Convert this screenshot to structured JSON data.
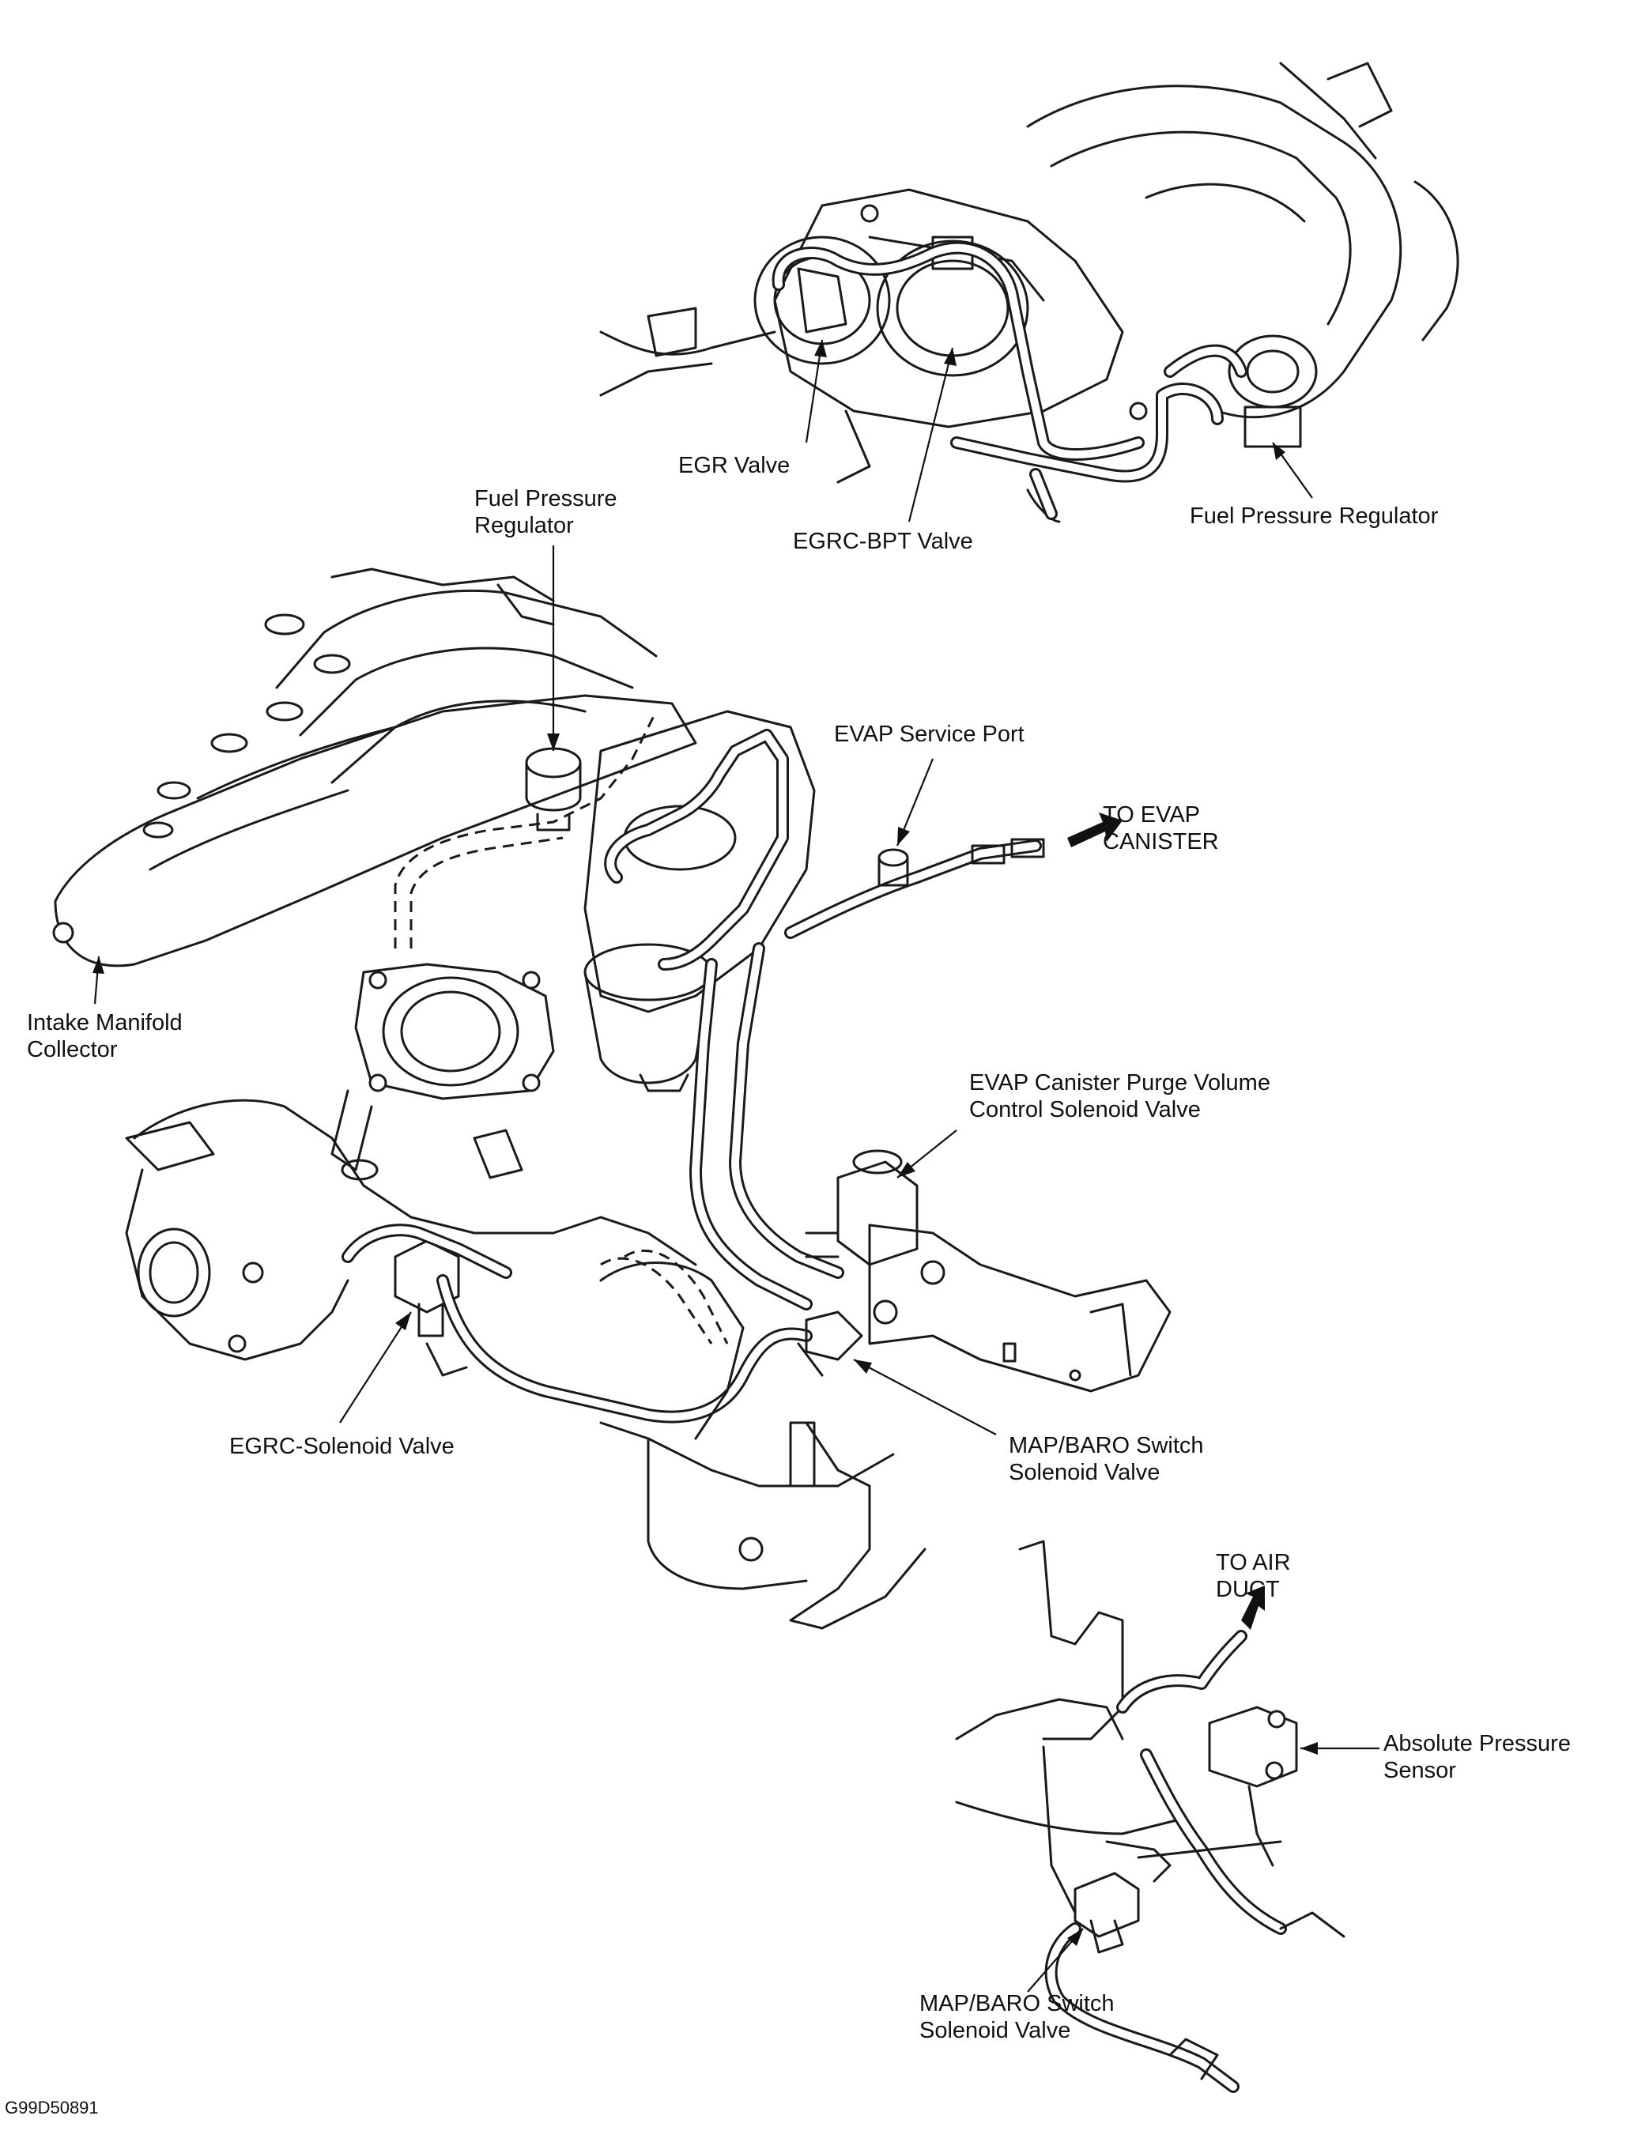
{
  "labels": {
    "egr_valve": "EGR Valve",
    "egrc_bpt_valve": "EGRC-BPT Valve",
    "fuel_pressure_regulator_top": "Fuel Pressure Regulator",
    "fuel_pressure_regulator_main": [
      "Fuel Pressure",
      "Regulator"
    ],
    "evap_service_port": "EVAP Service Port",
    "to_evap_canister": [
      "TO EVAP",
      "CANISTER"
    ],
    "intake_manifold_collector": [
      "Intake Manifold",
      "Collector"
    ],
    "evap_canister_purge": [
      "EVAP Canister Purge Volume",
      "Control Solenoid Valve"
    ],
    "egrc_solenoid_valve": "EGRC-Solenoid Valve",
    "map_baro_main": [
      "MAP/BARO Switch",
      "Solenoid Valve"
    ],
    "to_air_duct": [
      "TO AIR",
      "DUCT"
    ],
    "absolute_pressure_sensor": [
      "Absolute Pressure",
      "Sensor"
    ],
    "map_baro_inset": [
      "MAP/BARO Switch",
      "Solenoid Valve"
    ]
  },
  "figure_code": "G99D50891"
}
